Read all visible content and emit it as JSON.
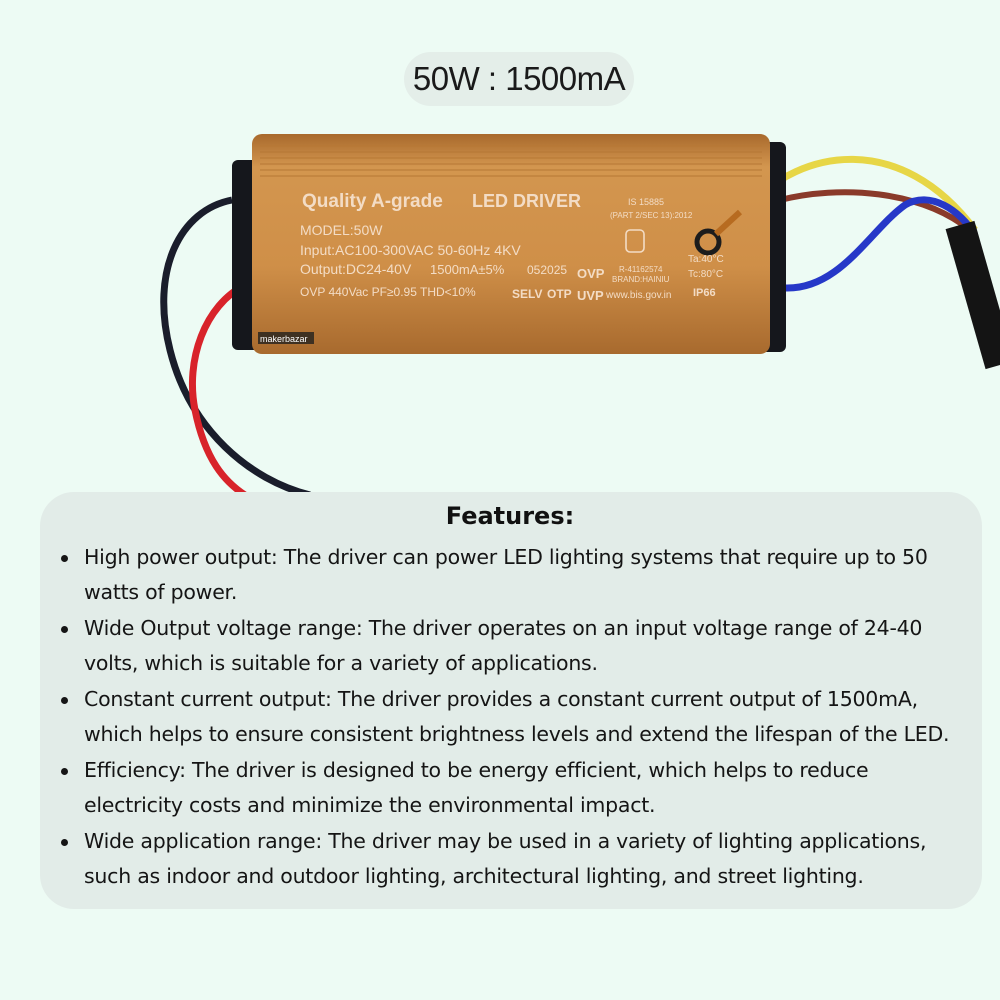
{
  "title": "50W : 1500mA",
  "driver_label": {
    "heading_a": "Quality A-grade",
    "heading_b": "LED DRIVER",
    "model": "MODEL:50W",
    "input": "Input:AC100-300VAC 50-60Hz 4KV",
    "output": "Output:DC24-40V",
    "current": "1500mA±5%",
    "code": "052025",
    "ovp_line": "OVP  440Vac  PF≥0.95  THD<10%",
    "selv": "SELV",
    "otp": "OTP",
    "ovp": "OVP",
    "uvp": "UVP",
    "standard_1": "IS 15885",
    "standard_2": "(PART 2/SEC 13):2012",
    "reg_no": "R-41162574",
    "brand": "BRAND:HAINIU",
    "website": "www.bis.gov.in",
    "ta": "Ta:40°C",
    "tc": "Tc:80°C",
    "ip": "IP66",
    "maker_logo": "makerbazar"
  },
  "features": {
    "heading": "Features:",
    "items": [
      "High power output: The driver can power LED lighting systems that require up to 50 watts of power.",
      "Wide Output voltage range: The driver operates on an input voltage range of 24-40 volts, which is suitable for a variety of applications.",
      "Constant current output: The driver provides a constant current output of 1500mA, which helps to ensure consistent brightness levels and extend the lifespan of the LED.",
      "Efficiency: The driver is designed to be energy efficient, which helps to reduce electricity costs and minimize the environmental impact.",
      "Wide application range: The driver may be used in a variety of lighting applications, such as indoor and outdoor lighting, architectural lighting, and street lighting."
    ]
  },
  "colors": {
    "background": "#edfbf4",
    "panel": "#e2ece8",
    "casing": "#c98a48",
    "wire_red": "#d8232a",
    "wire_black": "#1a1d2b",
    "wire_yellow": "#e7d646",
    "wire_blue": "#2638c8",
    "wire_brown": "#8a3a2a"
  }
}
